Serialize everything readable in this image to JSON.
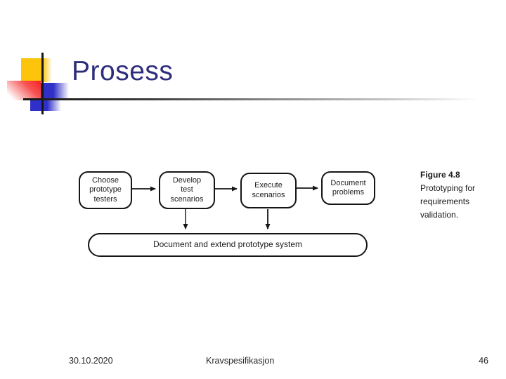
{
  "slide": {
    "title": "Prosess",
    "footer": {
      "date": "30.10.2020",
      "course": "Kravspesifikasjon",
      "page_number": "46"
    }
  },
  "diagram": {
    "type": "flowchart",
    "boxes": [
      {
        "id": "choose-testers",
        "label": "Choose\nprototype\ntesters"
      },
      {
        "id": "develop-scenarios",
        "label": "Develop\ntest\nscenarios"
      },
      {
        "id": "execute-scenarios",
        "label": "Execute\nscenarios"
      },
      {
        "id": "document-problems",
        "label": "Document\nproblems"
      },
      {
        "id": "document-extend",
        "label": "Document and extend prototype system"
      }
    ],
    "arrows": [
      {
        "from": "choose-testers",
        "to": "develop-scenarios"
      },
      {
        "from": "develop-scenarios",
        "to": "execute-scenarios"
      },
      {
        "from": "execute-scenarios",
        "to": "document-problems"
      },
      {
        "from": "develop-scenarios",
        "to": "document-extend"
      },
      {
        "from": "execute-scenarios",
        "to": "document-extend"
      }
    ]
  },
  "caption": {
    "title": "Figure 4.8",
    "text": "Prototyping for\nrequirements\nvalidation."
  },
  "colors": {
    "title_text": "#2D2D7B",
    "accent_yellow": "#FCC40A",
    "accent_red": "#F62020",
    "accent_blue": "#3030C8",
    "diagram_ink": "#151515"
  }
}
